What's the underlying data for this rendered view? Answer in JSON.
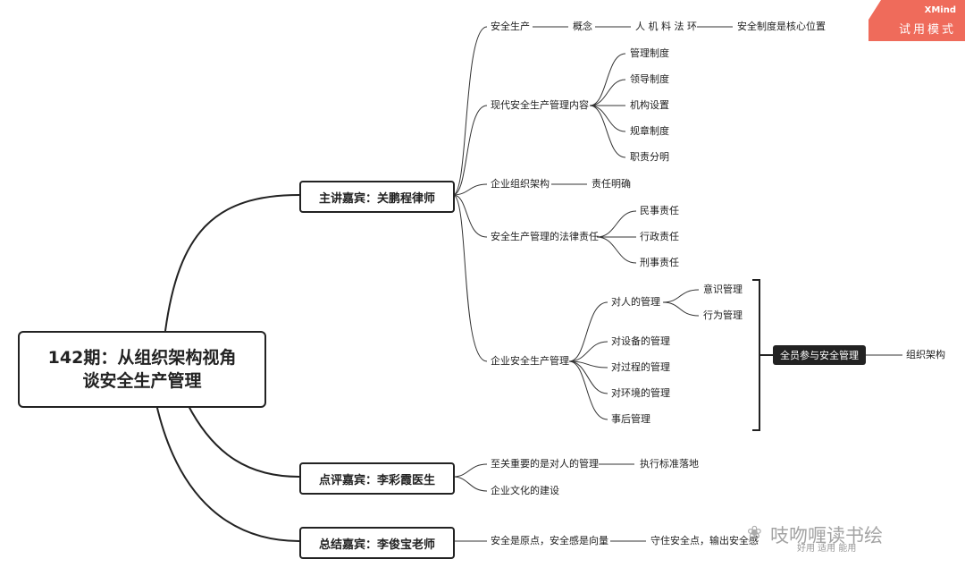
{
  "badge": {
    "brand": "XMind",
    "mode": "试用模式"
  },
  "root": {
    "line1": "142期：从组织架构视角",
    "line2": "谈安全生产管理"
  },
  "branches": {
    "speaker": "主讲嘉宾：关鹏程律师",
    "reviewer": "点评嘉宾：李彩霞医生",
    "summary": "总结嘉宾：李俊宝老师"
  },
  "speaker": {
    "safety_production": "安全生产",
    "concept": "概念",
    "elements": "人 机 料 法 环",
    "core": "安全制度是核心位置",
    "modern": "现代安全生产管理内容",
    "modern_items": [
      "管理制度",
      "领导制度",
      "机构设置",
      "规章制度",
      "职责分明"
    ],
    "org": "企业组织架构",
    "org_child": "责任明确",
    "legal": "安全生产管理的法律责任",
    "legal_items": [
      "民事责任",
      "行政责任",
      "刑事责任"
    ],
    "ent": "企业安全生产管理",
    "people": "对人的管理",
    "people_items": [
      "意识管理",
      "行为管理"
    ],
    "ent_items": [
      "对设备的管理",
      "对过程的管理",
      "对环境的管理",
      "事后管理"
    ],
    "summary_box": "全员参与安全管理",
    "summary_child": "组织架构"
  },
  "reviewer": {
    "item1": "至关重要的是对人的管理",
    "item1_child": "执行标准落地",
    "item2": "企业文化的建设"
  },
  "summary": {
    "item1": "安全是原点，安全感是向量",
    "item1_child": "守住安全点，输出安全感",
    "item1_child_tail": "好用 适用 能用"
  },
  "watermark": {
    "text": "吱吻喱读书绘"
  }
}
